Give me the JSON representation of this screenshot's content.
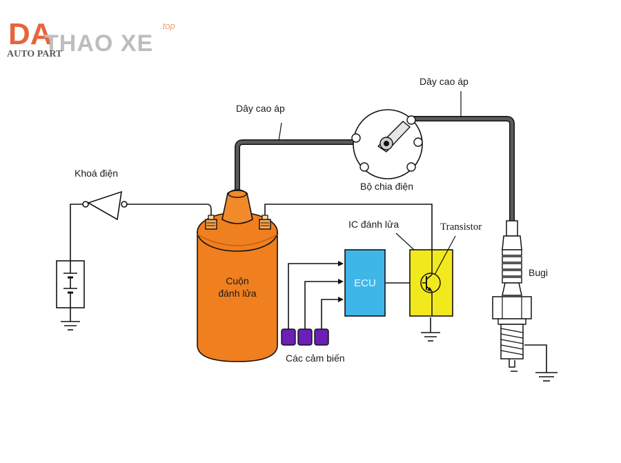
{
  "logo": {
    "mark": "DA",
    "name": "THAO XE",
    "suffix": ".top",
    "subtitle": "AUTO PART"
  },
  "labels": {
    "ignition_switch": "Khoá điện",
    "hv_wire_left": "Dây cao áp",
    "hv_wire_right": "Dây cao áp",
    "distributor": "Bộ chia điện",
    "igniter": "IC đánh lửa",
    "transistor": "Transistor",
    "spark_plug": "Bugi",
    "coil_line1": "Cuộn",
    "coil_line2": "đánh lửa",
    "ecu": "ECU",
    "sensors": "Các cảm biến"
  },
  "colors": {
    "coil": "#f07f1f",
    "coil_dark": "#c25e0e",
    "ecu": "#3fb6e8",
    "igniter": "#f2e81e",
    "sensor": "#6a1fb5",
    "hv_wire": "#5b5b5b",
    "logo_accent": "#e8643c"
  },
  "icons": [
    "battery-icon",
    "ground-icon",
    "switch-icon",
    "transistor-icon",
    "spark-plug-icon",
    "distributor-cap-icon"
  ]
}
